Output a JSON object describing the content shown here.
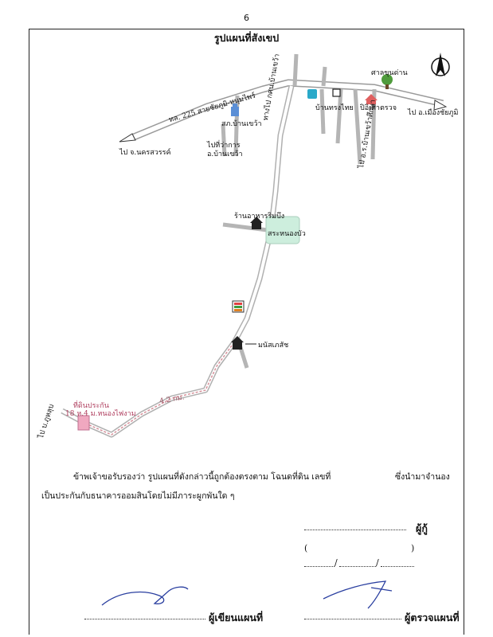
{
  "page_number": "6",
  "map_title": "รูปแผนที่สังเขป",
  "map_labels": {
    "highway": "ทล. 225 สายชัยภูมิ-หนุมไพร์",
    "to_nakhonsawan": "ไป จ.นครสวรรค์",
    "to_chaiyaphum": "ไป อ.เมืองชัยภูมิ",
    "police_station": "สภ.บ้านเขว้า",
    "district_office": "ไปที่ว่าการ อ.บ้านเขว้า",
    "road_khokbankhwao": "ทางไป กศน.บ้านเขว้า",
    "bank_name": "บ้านทรงไทย",
    "post_office": "ปิอิเศ้าตรวจ",
    "shrine": "ศาลขุนด่าน",
    "road_south": "ไป อ.ร.บ้านเขว้าศึกษา",
    "restaurant": "ร้านอาหารริมบึง",
    "pond": "สระหนองบัว",
    "house": "มนัสเภสัช",
    "distance": "4.2 กม.",
    "parcel": "ที่ดินประกัน",
    "parcel_detail": "18 ห.4 ม.หนองไฟงาม",
    "to_main_road": "ไป บ.ภูหลุบ"
  },
  "statement": {
    "line1": "ข้าพเจ้าขอรับรองว่า  รูปแผนที่ดังกล่าวนี้ถูกต้องตรงตาม  โฉนดที่ดิน  เลขที่",
    "line1_tail": "ซึ่งนำมาจำนอง",
    "line2": "เป็นประกันกับธนาคารออมสินโดยไม่มีภาระผูกพันใด ๆ"
  },
  "signatures": {
    "borrower_label": "ผู้กู้",
    "paren_open": "(",
    "paren_close": ")",
    "date_slashes": "/",
    "drawer_label": "ผู้เขียนแผนที่",
    "checker_label": "ผู้ตรวจแผนที่"
  },
  "colors": {
    "ink": "#111111",
    "road": "#9a9a9a",
    "path_pink": "#d48a94",
    "parcel_fill": "#f0a8c0",
    "pond_fill": "#cdeedd",
    "signature_blue": "#2a3fa0"
  }
}
